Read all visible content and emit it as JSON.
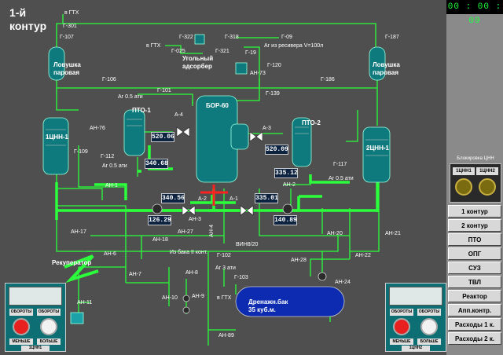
{
  "title": "1-й\nконтур",
  "clock": "00 : 00 : 09",
  "colors": {
    "pipe": "#2bff3c",
    "vessel": "#0f7a7d",
    "panel": "#0d6f73"
  },
  "units": {
    "lovushka_left": "Ловушка\nпаровая",
    "lovushka_right": "Ловушка\nпаровая",
    "pto1": "ПТО-1",
    "pto2": "ПТО-2",
    "bor": "БОР-60",
    "cnn1": "1ЦНН-1",
    "cnn2": "2ЦНН-1",
    "adsorber": "Угольный\nадсорбер",
    "recuperator": "Рекуператор",
    "drain_tank": "Дренажн.бак\n35 куб.м."
  },
  "labels": {
    "v_gtk_top": "в ГТХ",
    "g301": "Г-301",
    "g107": "Г-107",
    "g187": "Г-187",
    "g322": "Г-322",
    "g318": "Г-318",
    "g09": "Г-09",
    "g025": "Г-025",
    "g321": "Г-321",
    "g19": "Г-19",
    "g120": "Г-120",
    "an73": "АН-73",
    "v_gtk2": "в ГТХ",
    "ar_receiver": "Аг из ресивера V=100л",
    "g106": "Г-106",
    "g186": "Г-186",
    "g101": "Г-101",
    "g139": "Г-139",
    "ar05_top": "Аг 0.5 ати",
    "a4": "А-4",
    "a3": "А-3",
    "an76": "АН-76",
    "g109": "Г-109",
    "g112": "Г-112",
    "ar05_left": "Аг 0.5 ати",
    "g117": "Г-117",
    "ar05_right": "Аг 0.5 ати",
    "an1": "АН-1",
    "an2": "АН-2",
    "a2": "А-2",
    "a1": "А-1",
    "an3": "АН-3",
    "an4": "АН-4",
    "an17": "АН-17",
    "an18": "АН-18",
    "an27": "АН-27",
    "an20": "АН-20",
    "an21": "АН-21",
    "vin": "ВИН8/20",
    "an6": "АН-6",
    "iz_baka": "Из бака II конт.",
    "g102": "Г-102",
    "an28": "АН-28",
    "an22": "АН-22",
    "an7": "АН-7",
    "an8": "АН-8",
    "ar3": "Аг 3 ати",
    "g103": "Г-103",
    "an24": "АН-24",
    "an11": "АН-11",
    "an10": "АН-10",
    "an9": "АН-9",
    "v_gtk3": "в ГТХ",
    "an89": "АН-89"
  },
  "values": {
    "v1": "520.06",
    "v2": "520.09",
    "v3": "340.68",
    "v4": "335.12",
    "v5": "340.56",
    "v6": "335.01",
    "v7": "126.29",
    "v8": "140.89"
  },
  "sidebar": {
    "lock_caption": "Блокировка ЦНН",
    "lock_left": "1ЦНН1",
    "lock_right": "1ЦНН2",
    "buttons": [
      "1 контур",
      "2 контур",
      "ПТО",
      "ОПГ",
      "СУЗ",
      "ТВЛ",
      "Реактор",
      "Апп.контр.",
      "Расходы 1 к.",
      "Расходы 2 к."
    ]
  },
  "control_left": {
    "label_left": "ОБОРОТЫ",
    "label_right": "ОБОРОТЫ",
    "bottom_left": "МЕНЬШЕ",
    "bottom_right": "БОЛЬШЕ",
    "name": "1ЦНН1"
  },
  "control_right": {
    "label_left": "ОБОРОТЫ",
    "label_right": "ОБОРОТЫ",
    "bottom_left": "МЕНЬШЕ",
    "bottom_right": "БОЛЬШЕ",
    "name": "1ЦНН2"
  }
}
